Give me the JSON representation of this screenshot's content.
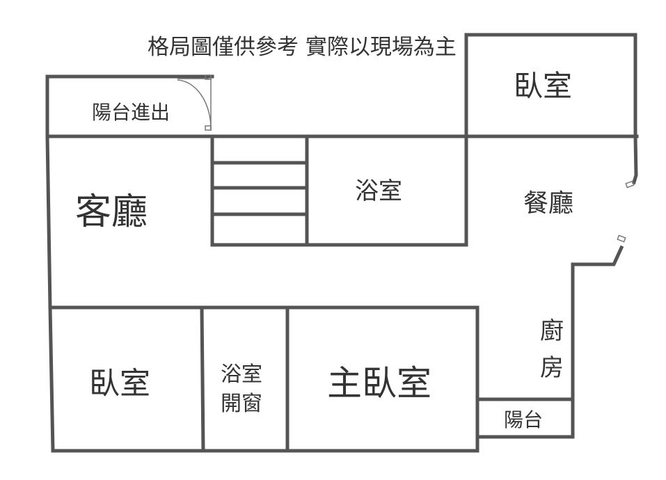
{
  "note": "格局圖僅供參考 實際以現場為主",
  "rooms": {
    "balcony_entry": "陽台進出",
    "living_room": "客廳",
    "bathroom_top": "浴室",
    "bedroom_top_right": "臥室",
    "dining_room": "餐廳",
    "kitchen_line1": "廚",
    "kitchen_line2": "房",
    "balcony_small": "陽台",
    "bedroom_bottom_left": "臥室",
    "bathroom_bottom_line1": "浴室",
    "bathroom_bottom_line2": "開窗",
    "master_bedroom": "主臥室"
  },
  "colors": {
    "wall": "#545454",
    "text": "#333333",
    "background": "#ffffff"
  }
}
